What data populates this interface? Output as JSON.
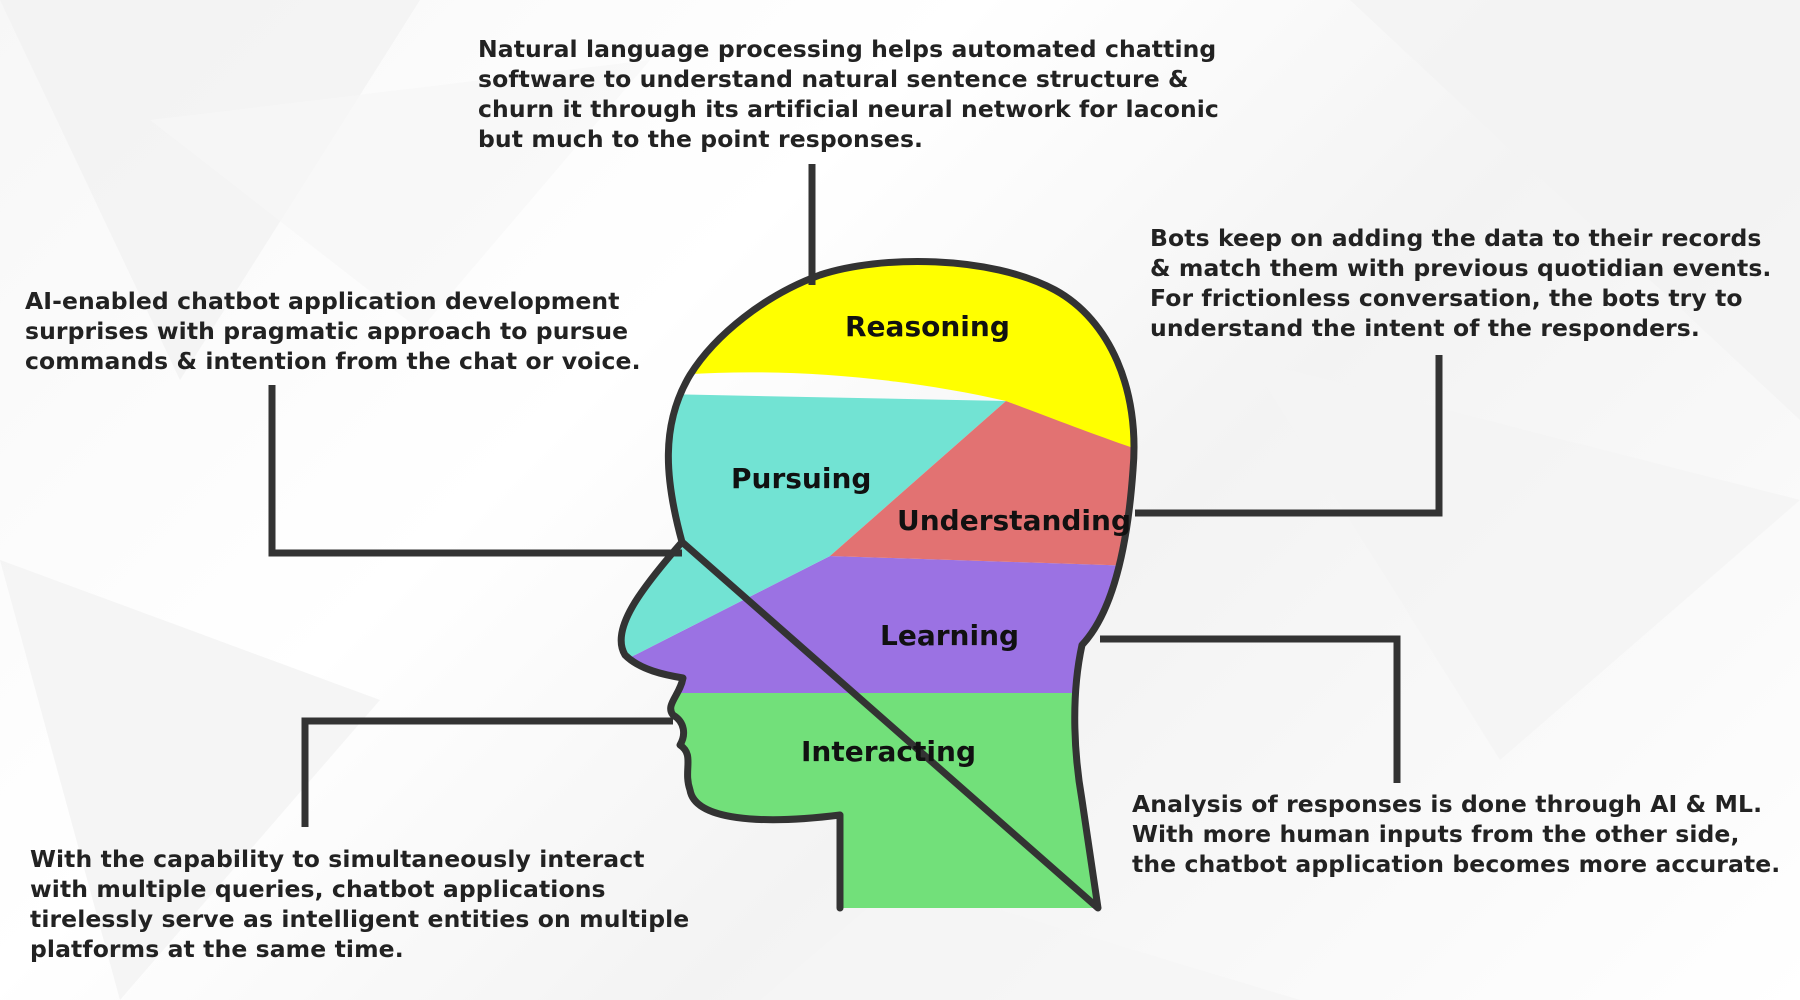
{
  "regions": {
    "reasoning": "Reasoning",
    "pursuing": "Pursuing",
    "understanding": "Understanding",
    "learning": "Learning",
    "interacting": "Interacting"
  },
  "notes": {
    "nlp": "Natural language processing helps automated chatting\nsoftware to understand natural sentence structure &\nchurn it through its artificial neural network for laconic\nbut much to the point responses.",
    "ai_enabled": "AI-enabled chatbot application development\nsurprises with pragmatic approach to pursue\ncommands & intention from the chat or voice.",
    "bots": "Bots keep on adding the data to their records\n& match them with previous quotidian events.\nFor frictionless conversation, the bots try to\nunderstand the intent of the responders.",
    "queries": "With the capability to simultaneously interact\nwith multiple queries, chatbot applications\ntirelessly serve as intelligent entities on multiple\nplatforms at the same time.",
    "analysis": "Analysis of responses is done through AI & ML.\nWith more human inputs from the other side,\nthe chatbot application becomes more accurate."
  },
  "colors": {
    "reasoning": "#ffff00",
    "pursuing": "#72e3d3",
    "understanding": "#e27272",
    "learning": "#9b72e3",
    "interacting": "#72e07a",
    "outline": "#333333",
    "text": "#222222"
  }
}
